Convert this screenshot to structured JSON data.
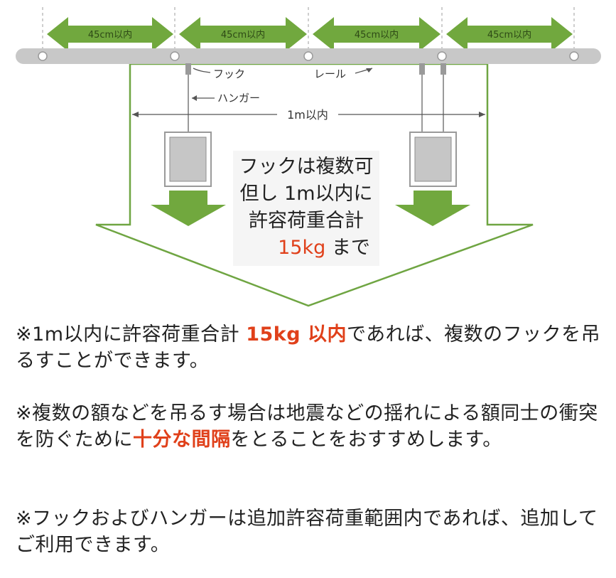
{
  "diagram": {
    "spacing_label": "45cm以内",
    "hook_label": "フック",
    "rail_label": "レール",
    "hanger_label": "ハンガー",
    "span_label": "1m以内",
    "center_lines": [
      "フックは複数可",
      "但し 1m以内に",
      "許容荷重合計"
    ],
    "center_weight": "15kg",
    "center_suffix": "まで",
    "colors": {
      "green": "#71a83e",
      "rail": "#c8c8c8",
      "outline": "#6fa542",
      "red": "#e0401a"
    }
  },
  "notes": [
    {
      "pre": "※1m以内に許容荷重合計 ",
      "highlight": "15kg 以内",
      "post": "であれば、複数のフックを吊るすことができます。"
    },
    {
      "pre": "※複数の額などを吊るす場合は地震などの揺れによる額同士の衝突を防ぐために",
      "highlight": "十分な間隔",
      "post": "をとることをおすすめします。"
    },
    {
      "pre": "※フックおよびハンガーは追加許容荷重範囲内であれば、追加してご利用できます。",
      "highlight": "",
      "post": ""
    }
  ]
}
